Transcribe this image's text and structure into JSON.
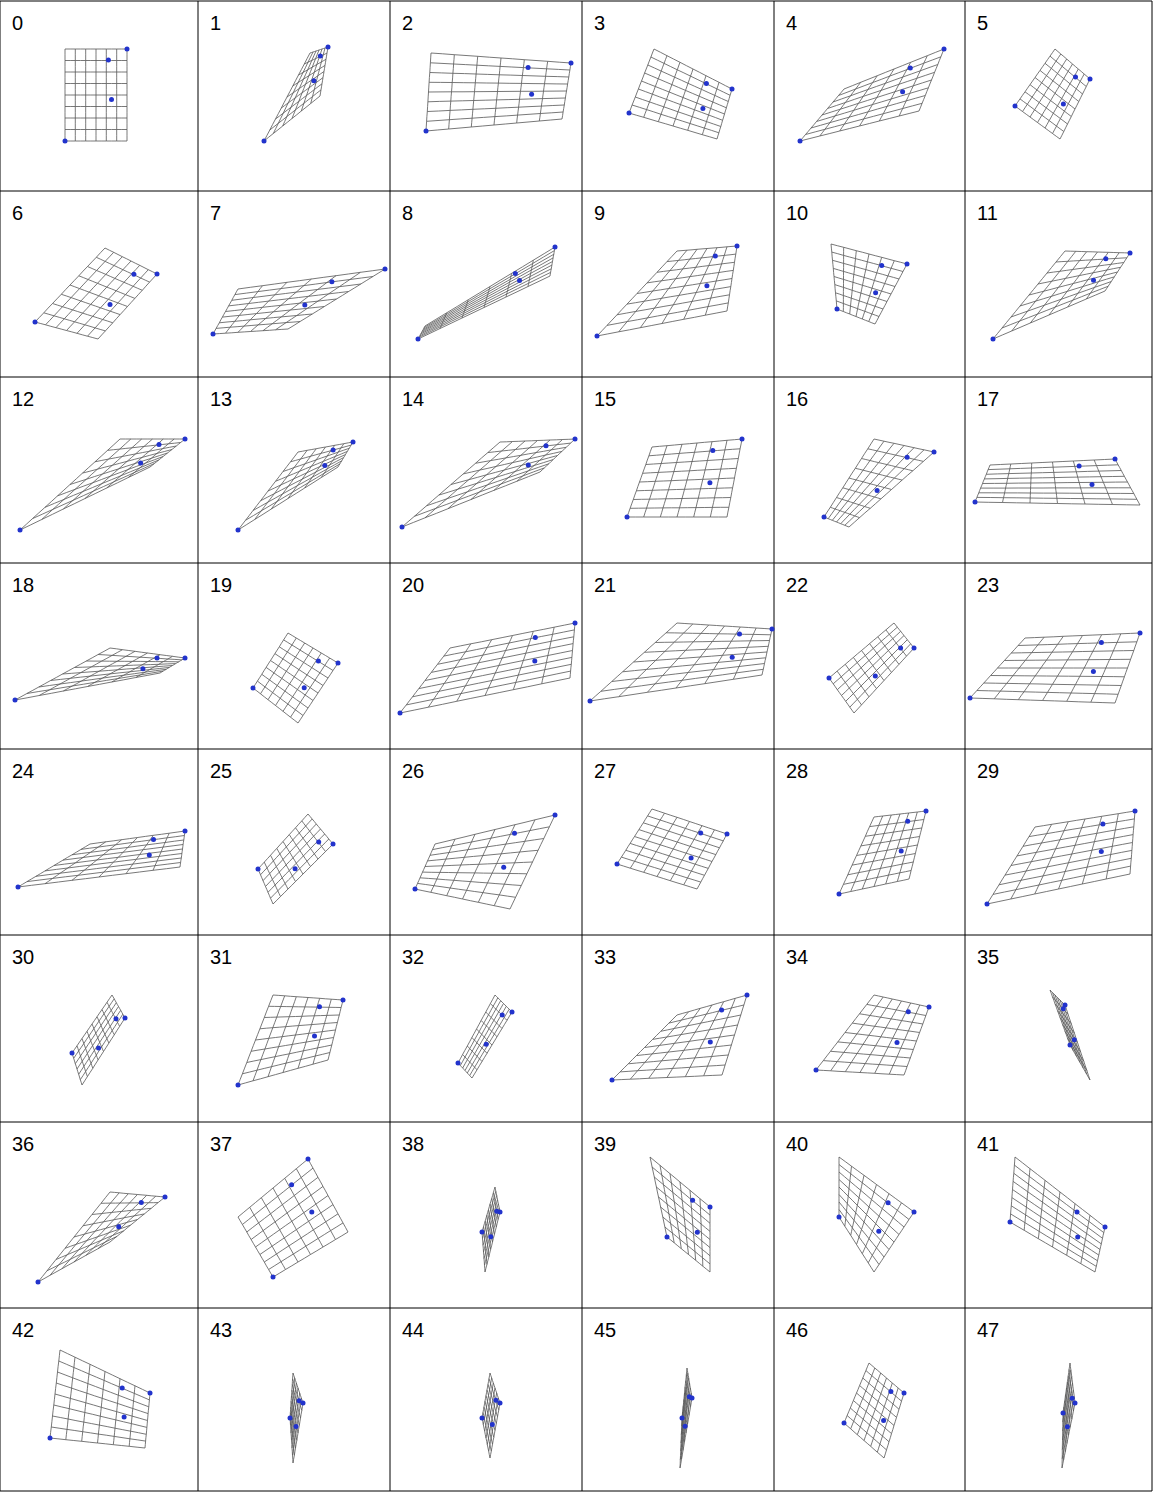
{
  "diagram": {
    "labels": [
      "0",
      "1",
      "2",
      "3",
      "4",
      "5",
      "6",
      "7",
      "8",
      "9",
      "10",
      "11",
      "12",
      "13",
      "14",
      "15",
      "16",
      "17",
      "18",
      "19",
      "20",
      "21",
      "22",
      "23",
      "24",
      "25",
      "26",
      "27",
      "28",
      "29",
      "30",
      "31",
      "32",
      "33",
      "34",
      "35",
      "36",
      "37",
      "38",
      "39",
      "40",
      "41",
      "42",
      "43",
      "44",
      "45",
      "46",
      "47"
    ]
  }
}
